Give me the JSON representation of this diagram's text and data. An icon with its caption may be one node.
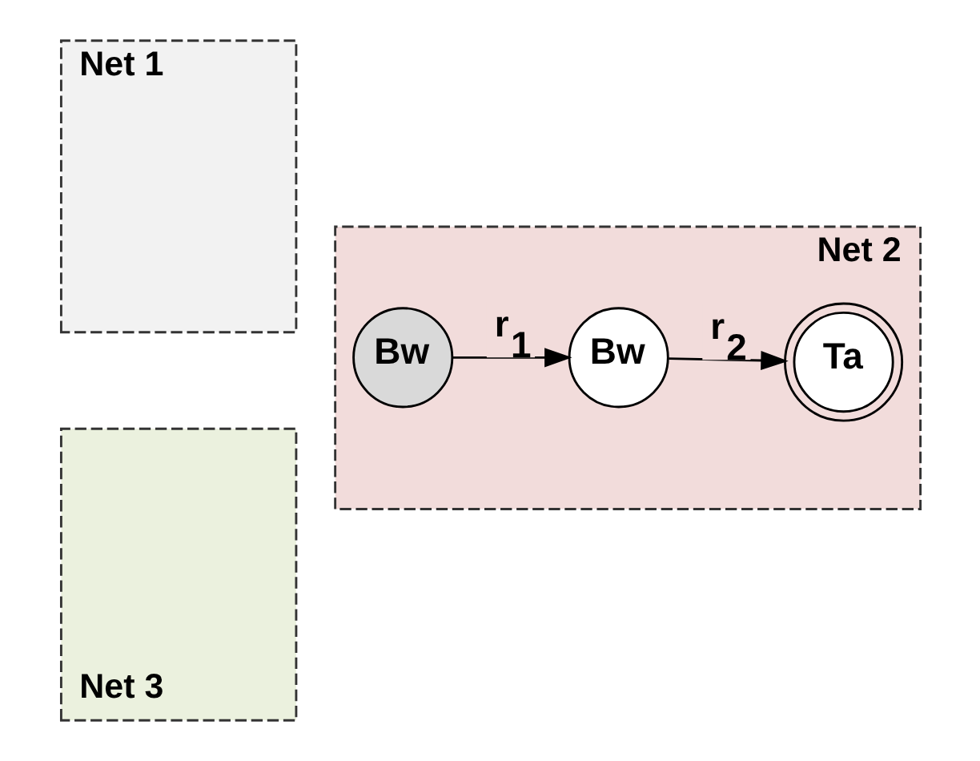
{
  "diagram": {
    "nodes": [
      {
        "text": [
          "Net 1"
        ]
      },
      {
        "text": [
          "Net 2"
        ]
      },
      {
        "text": [
          "Bw"
        ],
        "in": 1
      },
      {
        "text": [
          "Bw"
        ],
        "in": 1
      },
      {
        "text": [
          "Ta"
        ],
        "in": 1
      },
      {
        "text": [
          "Net 3"
        ]
      }
    ],
    "edges": [
      {
        "from": 2,
        "to": 3,
        "arrow": "to",
        "label": "r$_{1}$"
      },
      {
        "from": 3,
        "to": 4,
        "arrow": "to",
        "label": "r$_{2}$"
      }
    ]
  }
}
